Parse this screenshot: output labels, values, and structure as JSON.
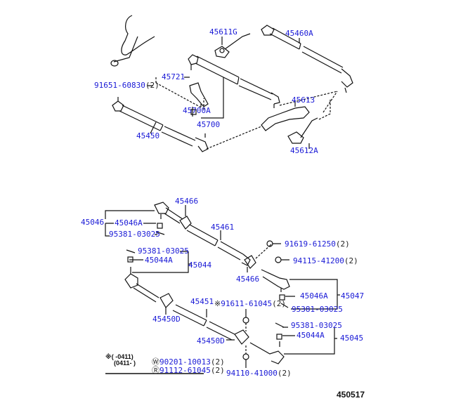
{
  "diagram": {
    "reference_number": "450517",
    "colors": {
      "label": "#1a1ad6",
      "line": "#111111"
    },
    "upper_parts": [
      {
        "id": "p45611G",
        "number": "45611G"
      },
      {
        "id": "p45460A",
        "number": "45460A"
      },
      {
        "id": "p91651",
        "number": "91651-60830",
        "qty": "(2)"
      },
      {
        "id": "p45721",
        "number": "45721"
      },
      {
        "id": "p45700A",
        "number": "45700A"
      },
      {
        "id": "p45700",
        "number": "45700"
      },
      {
        "id": "p45613",
        "number": "45613"
      },
      {
        "id": "p45450",
        "number": "45450"
      },
      {
        "id": "p45612A",
        "number": "45612A"
      }
    ],
    "lower_parts": [
      {
        "id": "p45466a",
        "number": "45466"
      },
      {
        "id": "p45046",
        "number": "45046"
      },
      {
        "id": "p45046A",
        "number": "45046A"
      },
      {
        "id": "p95381a",
        "number": "95381-03025"
      },
      {
        "id": "p45461",
        "number": "45461"
      },
      {
        "id": "p91619",
        "number": "91619-61250",
        "qty": "(2)"
      },
      {
        "id": "p94115",
        "number": "94115-41200",
        "qty": "(2)"
      },
      {
        "id": "p95381b",
        "number": "95381-03025"
      },
      {
        "id": "p45044A",
        "number": "45044A"
      },
      {
        "id": "p45044",
        "number": "45044"
      },
      {
        "id": "p45466b",
        "number": "45466"
      },
      {
        "id": "p45046Ab",
        "number": "45046A"
      },
      {
        "id": "p45047",
        "number": "45047"
      },
      {
        "id": "p95381c",
        "number": "95381-03025"
      },
      {
        "id": "p45451",
        "number": "45451"
      },
      {
        "id": "p91611",
        "number": "91611-61045",
        "qty": "(2)",
        "marker": "※"
      },
      {
        "id": "p45450D",
        "number": "45450D"
      },
      {
        "id": "p45450Db",
        "number": "45450D"
      },
      {
        "id": "p95381d",
        "number": "95381-03025"
      },
      {
        "id": "p45044Ab",
        "number": "45044A"
      },
      {
        "id": "p45045",
        "number": "45045"
      },
      {
        "id": "p94110",
        "number": "94110-41000",
        "qty": "(2)"
      }
    ],
    "legend": {
      "marker": "※",
      "row1_range": "(      -0411)",
      "row2_range": "(0411-      )",
      "items": [
        {
          "number": "90201-10013",
          "qty": "(2)",
          "symbol": "W"
        },
        {
          "number": "91112-61045",
          "qty": "(2)",
          "symbol": "R"
        }
      ]
    }
  }
}
